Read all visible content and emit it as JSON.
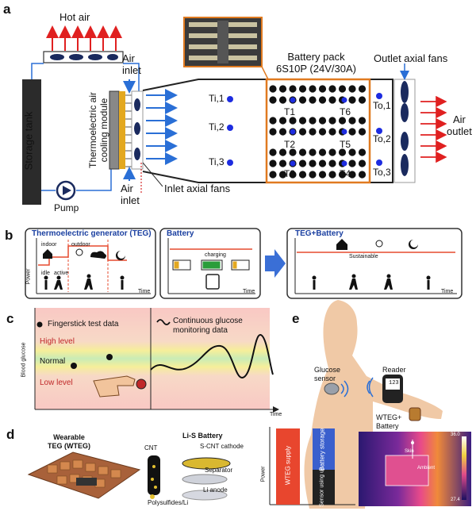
{
  "panels": {
    "a": {
      "letter": "a",
      "hot_air": "Hot air",
      "storage_tank": "Storage tank",
      "pump": "Pump",
      "module": [
        "Thermoelectric air",
        "cooling module"
      ],
      "air_inlet_top": [
        "Air",
        "inlet"
      ],
      "air_inlet_bottom": [
        "Air",
        "inlet"
      ],
      "inlet_fans": "Inlet axial fans",
      "battery_pack": [
        "Battery pack",
        "6S10P (24V/30A)"
      ],
      "outlet_fans": "Outlet axial fans",
      "air_outlet": [
        "Air",
        "outlet"
      ],
      "ti": [
        "Ti,1",
        "Ti,2",
        "Ti,3"
      ],
      "to": [
        "To,1",
        "To,2",
        "To,3"
      ],
      "t_left": [
        "T1",
        "T2",
        "T3"
      ],
      "t_right": [
        "T6",
        "T5",
        "T4"
      ]
    },
    "b": {
      "letter": "b",
      "teg_title": "Thermoelectric generator (TEG)",
      "indoor": "indoor",
      "outdoor": "outdoor",
      "idle": "idle",
      "active": "active",
      "power": "Power",
      "time": "Time",
      "battery_title": "Battery",
      "charging": "charging",
      "combo_title": "TEG+Battery",
      "sustainable": "Sustainable"
    },
    "c": {
      "letter": "c",
      "fingerstick": "Fingerstick test data",
      "cgm": [
        "Continuous glucose",
        "monitoring data"
      ],
      "high": "High level",
      "normal": "Normal",
      "low": "Low level",
      "ylabel": "Blood glucose",
      "time": "Time"
    },
    "d": {
      "letter": "d",
      "wteg": [
        "Wearable",
        "TEG (WTEG)"
      ],
      "lis": "Li-S Battery",
      "cnt": "CNT",
      "scnt": "S-CNT cathode",
      "separator": "Separator",
      "anode": "Li anode",
      "polysulfides": "Polysulfides/Li"
    },
    "e": {
      "letter": "e",
      "glucose_sensor": [
        "Glucose",
        "sensor"
      ],
      "reader": "Reader",
      "reader_value": "123",
      "wteg_battery": [
        "WTEG+",
        "Battery"
      ],
      "power": "Power",
      "bars": [
        "WTEG supply",
        "Battery storage",
        "Sensor using up"
      ],
      "thermal_max": "36.0",
      "thermal_min": "27.4",
      "thermal_skin": "Skin",
      "thermal_ambient": "Ambient"
    }
  },
  "colors": {
    "arrow_red": "#e02020",
    "arrow_blue": "#2a6fd6",
    "pack_orange": "#e07a20",
    "teg_red": "#e64a2e",
    "fan_navy": "#1a2a5e",
    "bar_red": "#e8462e",
    "bar_blue": "#3a5fcd"
  }
}
